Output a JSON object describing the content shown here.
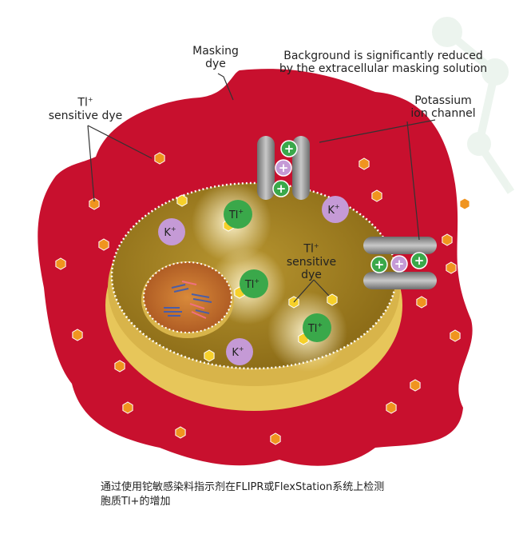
{
  "labels": {
    "masking_dye": [
      "Masking",
      "dye"
    ],
    "background_note": [
      "Background is significantly reduced",
      "by the extracellular masking solution"
    ],
    "tl_sensitive_dye_outer": {
      "ion": "Tl",
      "charge": "+",
      "text": "sensitive dye"
    },
    "potassium_channel": [
      "Potassium",
      "ion channel"
    ],
    "tl_sensitive_dye_inner": {
      "ion": "Tl",
      "charge": "+",
      "line2": "sensitive",
      "line3": "dye"
    }
  },
  "markers": {
    "k_ion": {
      "ion": "K",
      "charge": "+"
    },
    "tl_ion": {
      "ion": "Tl",
      "charge": "+"
    },
    "channel_plus": "+"
  },
  "caption": [
    "通过使用铊敏感染料指示剂在FLIPR或FlexStation系统上检测",
    "胞质Tl+的增加"
  ],
  "colors": {
    "extracellular": "#c8102e",
    "cytoplasm": "#a07d1c",
    "membrane": "#e8c95a",
    "dye_hex": "#f0941f",
    "tl_green": "#3aa84a",
    "k_purple": "#c59ad6",
    "channel_gray": "#8a8a8a"
  }
}
